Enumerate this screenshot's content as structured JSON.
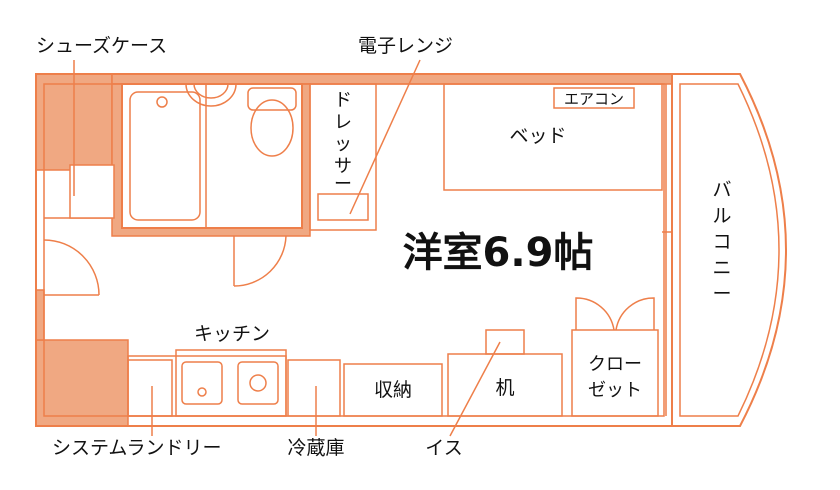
{
  "colors": {
    "wall": "#F0A882",
    "line": "#EE7F4A",
    "background": "#FFFFFF",
    "text": "#111111"
  },
  "labels": {
    "shoe_case": "シューズケース",
    "microwave": "電子レンジ",
    "dresser": [
      "ド",
      "レ",
      "ッ",
      "サ",
      "ー"
    ],
    "aircon": "エアコン",
    "bed": "ベッド",
    "room": "洋室6.9帖",
    "balcony": [
      "バ",
      "ル",
      "コ",
      "ニ",
      "ー"
    ],
    "kitchen": "キッチン",
    "storage": "収納",
    "desk": "机",
    "closet_line1": "クロー",
    "closet_line2": "ゼット",
    "laundry": "システムランドリー",
    "fridge": "冷蔵庫",
    "chair": "イス"
  }
}
